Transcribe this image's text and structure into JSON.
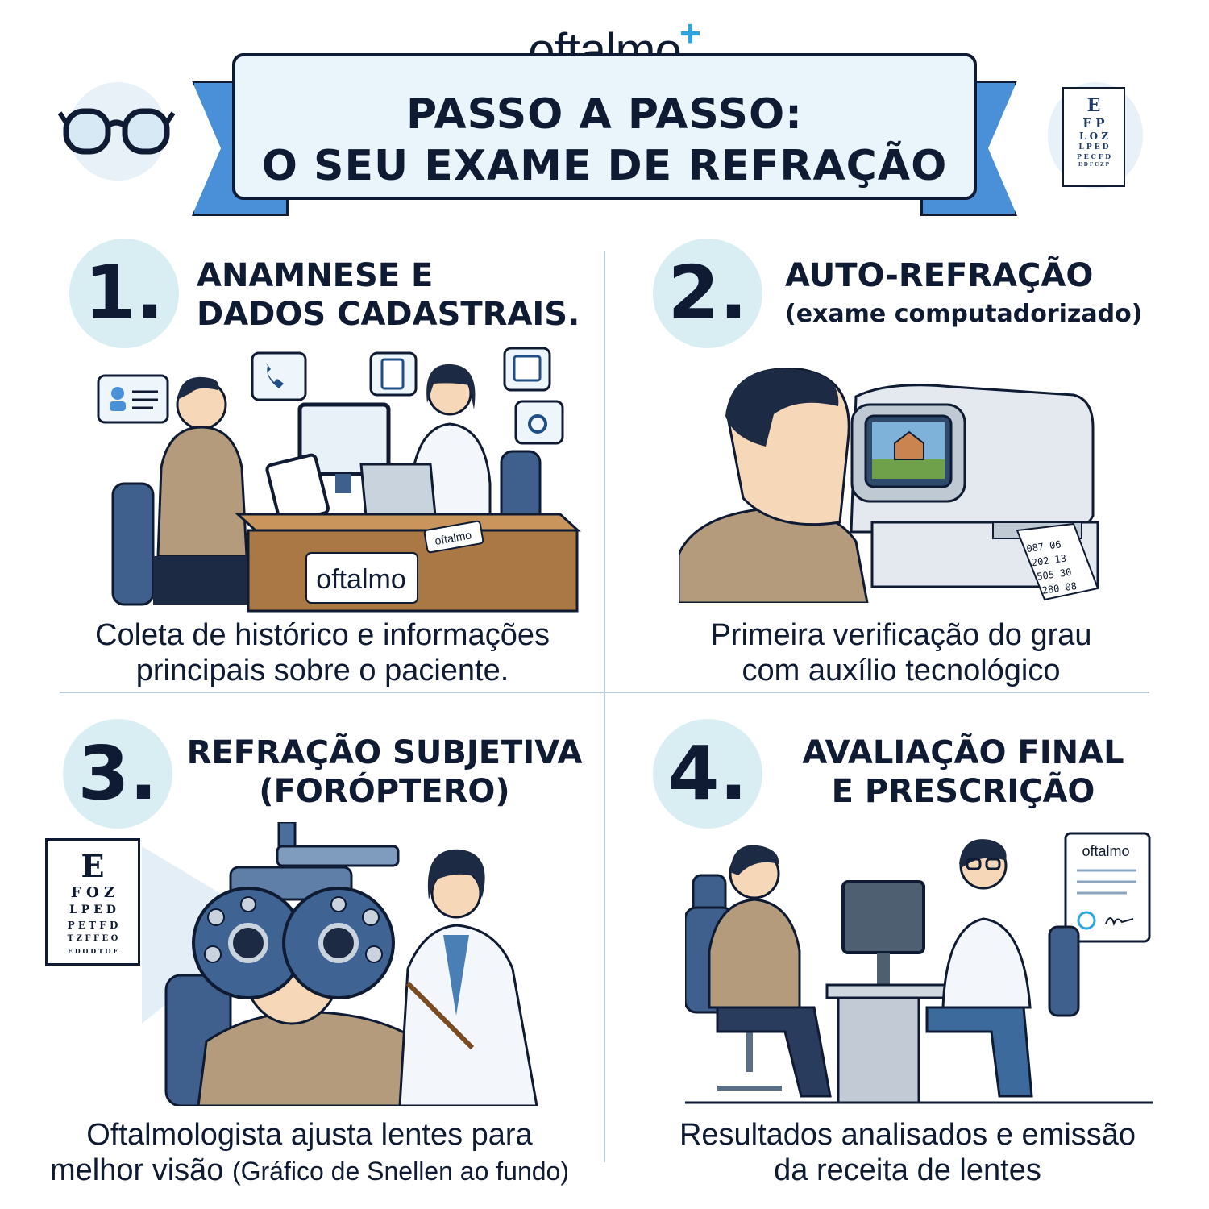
{
  "header": {
    "brand": "oftalmo",
    "brand_plus": "+",
    "title_line1": "PASSO A PASSO:",
    "title_line2": "O SEU EXAME DE REFRAÇÃO"
  },
  "eye_chart_header": {
    "rows": [
      "E",
      "F P",
      "L O Z",
      "L P E D",
      "P E C F D",
      "E D F C Z P"
    ]
  },
  "steps": [
    {
      "number": "1.",
      "title_line1": "ANAMNESE E",
      "title_line2": "DADOS CADASTRAIS.",
      "desc_line1": "Coleta de histórico e informações",
      "desc_line2": "principais sobre o paciente.",
      "brand_sign": "oftalmo",
      "brand_card": "oftalmo"
    },
    {
      "number": "2.",
      "title_line1": "AUTO-REFRAÇÃO",
      "title_line2": "(exame computadorizado)",
      "desc_line1": "Primeira verificação do grau",
      "desc_line2": "com auxílio tecnológico",
      "printout": [
        "087   06",
        "202   13",
        "505   30",
        "280   08"
      ]
    },
    {
      "number": "3.",
      "title_line1": "REFRAÇÃO SUBJETIVA",
      "title_line2": "(FORÓPTERO)",
      "desc_line1": "Oftalmologista ajusta lentes para",
      "desc_line2": "melhor visão",
      "desc_line2_small": "(Gráfico de Snellen ao fundo)",
      "chart_rows": [
        "E",
        "F O Z",
        "L P E D",
        "P E T F D",
        "T Z F F E O",
        "E D O D T O F"
      ]
    },
    {
      "number": "4.",
      "title_line1": "AVALIAÇÃO FINAL",
      "title_line2": "E PRESCRIÇÃO",
      "desc_line1": "Resultados analisados e emissão",
      "desc_line2": "da receita de lentes",
      "brand_doc": "oftalmo"
    }
  ],
  "colors": {
    "ink": "#0f1b33",
    "accent": "#2ea6dd",
    "ribbon": "#4a90d9",
    "skin": "#f6d7b8",
    "shirt": "#b39b7c",
    "chair": "#3f5f8c"
  }
}
